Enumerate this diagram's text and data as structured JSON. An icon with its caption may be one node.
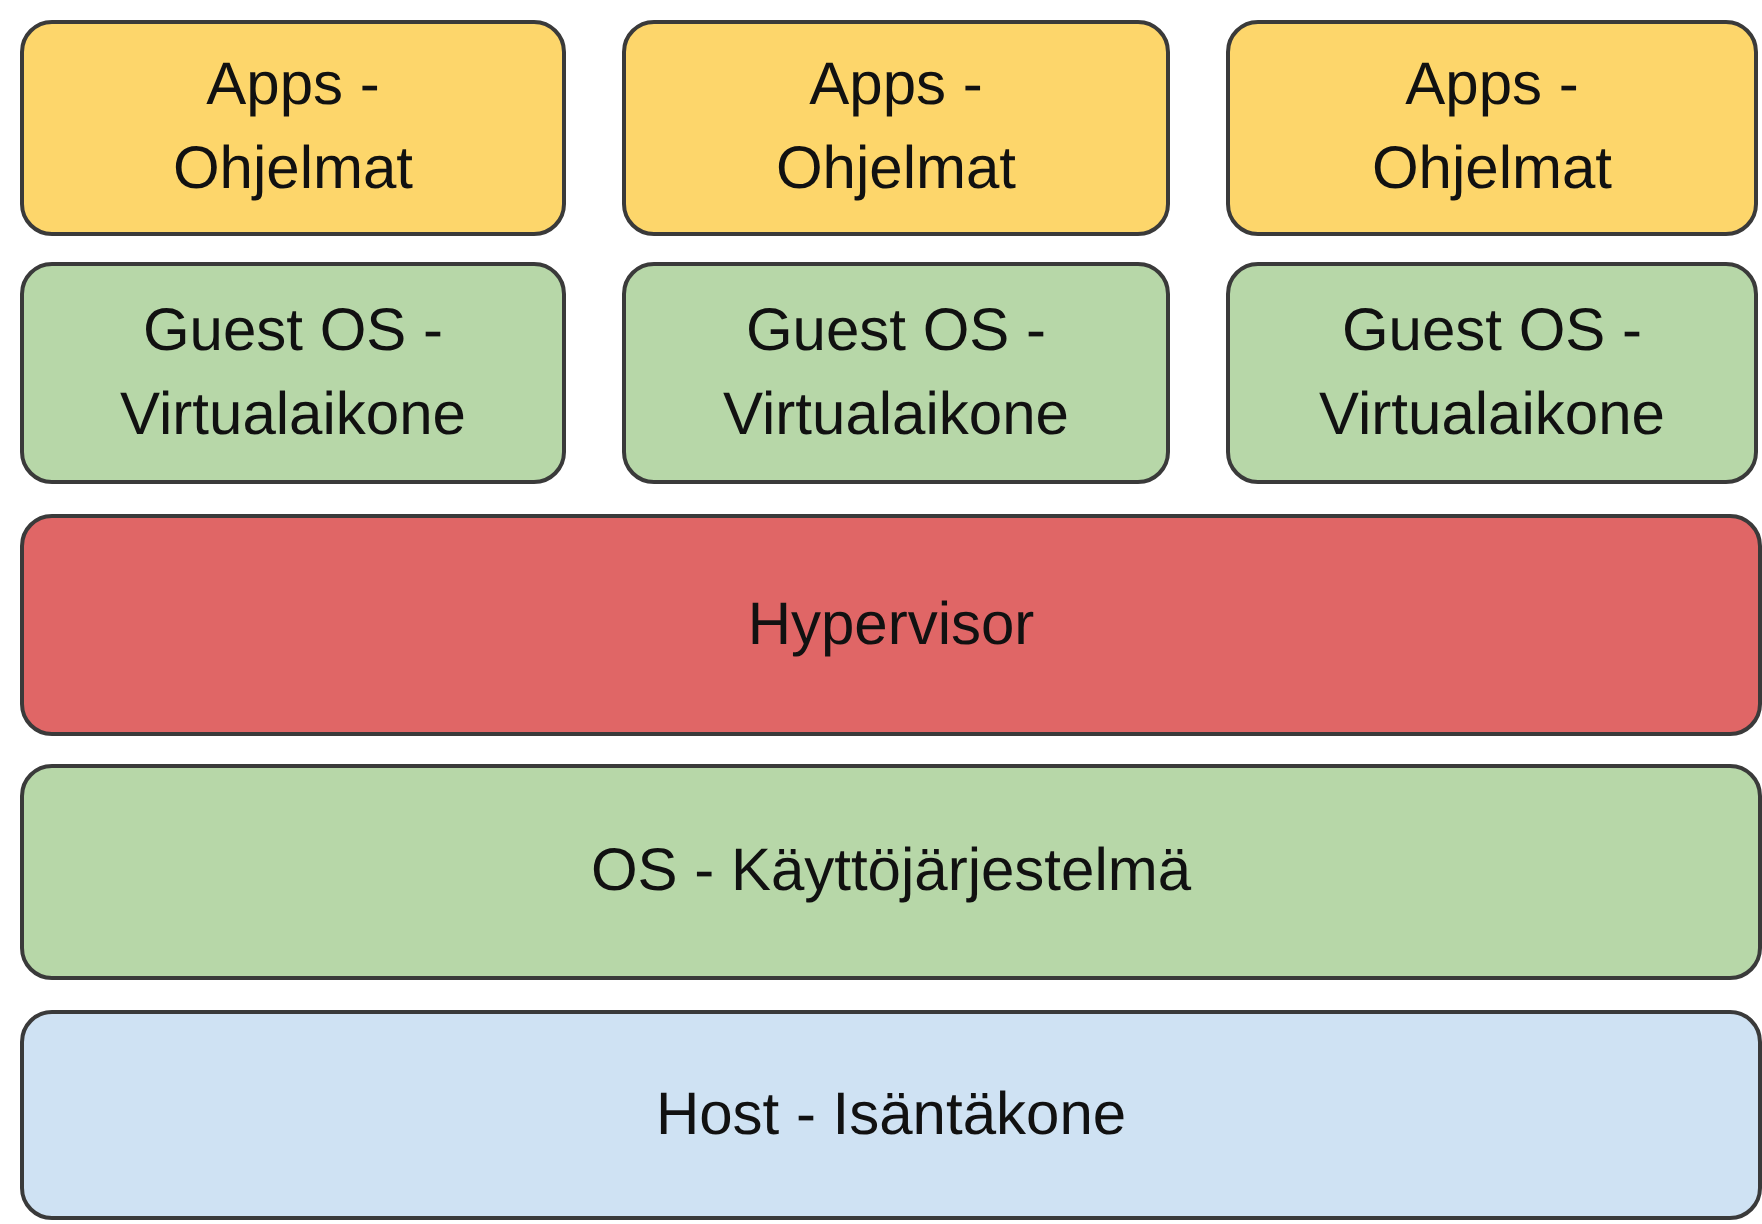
{
  "diagram": {
    "nodes": [
      {
        "text": [
          "Apps - Ohjelmat"
        ]
      },
      {
        "text": [
          "Apps - Ohjelmat"
        ]
      },
      {
        "text": [
          "Apps - Ohjelmat"
        ]
      },
      {
        "text": [
          "Guest OS - Virtualaikone"
        ]
      },
      {
        "text": [
          "Guest OS - Virtualaikone"
        ]
      },
      {
        "text": [
          "Guest OS - Virtualaikone"
        ]
      },
      {
        "text": [
          "Hypervisor"
        ]
      },
      {
        "text": [
          "OS - Käyttöjärjestelmä"
        ]
      },
      {
        "text": [
          "Host - Isäntäkone"
        ]
      }
    ]
  }
}
